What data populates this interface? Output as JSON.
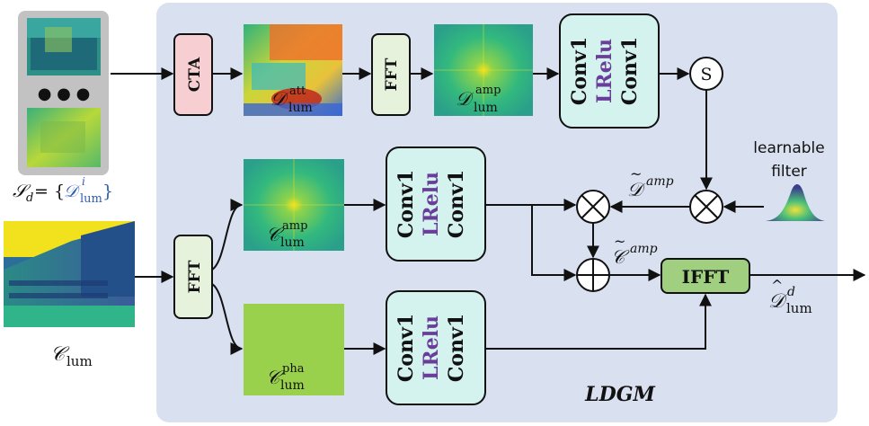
{
  "module": {
    "title": "LDGM",
    "bg_color": "#d9e0f0"
  },
  "blocks": {
    "cta": "CTA",
    "fft_top": "FFT",
    "fft_left": "FFT",
    "ifft": "IFFT",
    "s_symbol": "S",
    "conv_top": [
      "Conv1",
      "LRelu",
      "Conv1"
    ],
    "conv_mid": [
      "Conv1",
      "LRelu",
      "Conv1"
    ],
    "conv_bot": [
      "Conv1",
      "LRelu",
      "Conv1"
    ]
  },
  "labels": {
    "sd_left": "𝒮",
    "sd_sub": "d",
    "sd_eq": "= {",
    "sd_D": "𝒟",
    "sd_sup": "i",
    "sd_sub2": "lum",
    "sd_close": "}",
    "att_D": "𝒟",
    "att_sup": "att",
    "att_sub": "lum",
    "amp_D": "𝒟",
    "amp_sup": "amp",
    "amp_sub": "lum",
    "c_amp_C": "𝒞",
    "c_amp_sup": "amp",
    "c_amp_sub": "lum",
    "c_pha_C": "𝒞",
    "c_pha_sup": "pha",
    "c_pha_sub": "lum",
    "clum_C": "𝒞",
    "clum_sub": "lum",
    "dtilde": "𝒟",
    "dtilde_sup": "amp",
    "ctilde": "𝒞",
    "ctilde_sup": "amp",
    "dhat": "𝒟",
    "dhat_sup": "d",
    "dhat_sub": "lum",
    "learnable_1": "learnable",
    "learnable_2": "filter",
    "dots": "● ● ●"
  },
  "colors": {
    "cta": "#f7cfd2",
    "fft": "#e6f2dc",
    "conv": "#d4f2ee",
    "ifft": "#9fcf7f",
    "lrelu": "#6a3d9a",
    "stack_frame": "#c2c2c2"
  }
}
